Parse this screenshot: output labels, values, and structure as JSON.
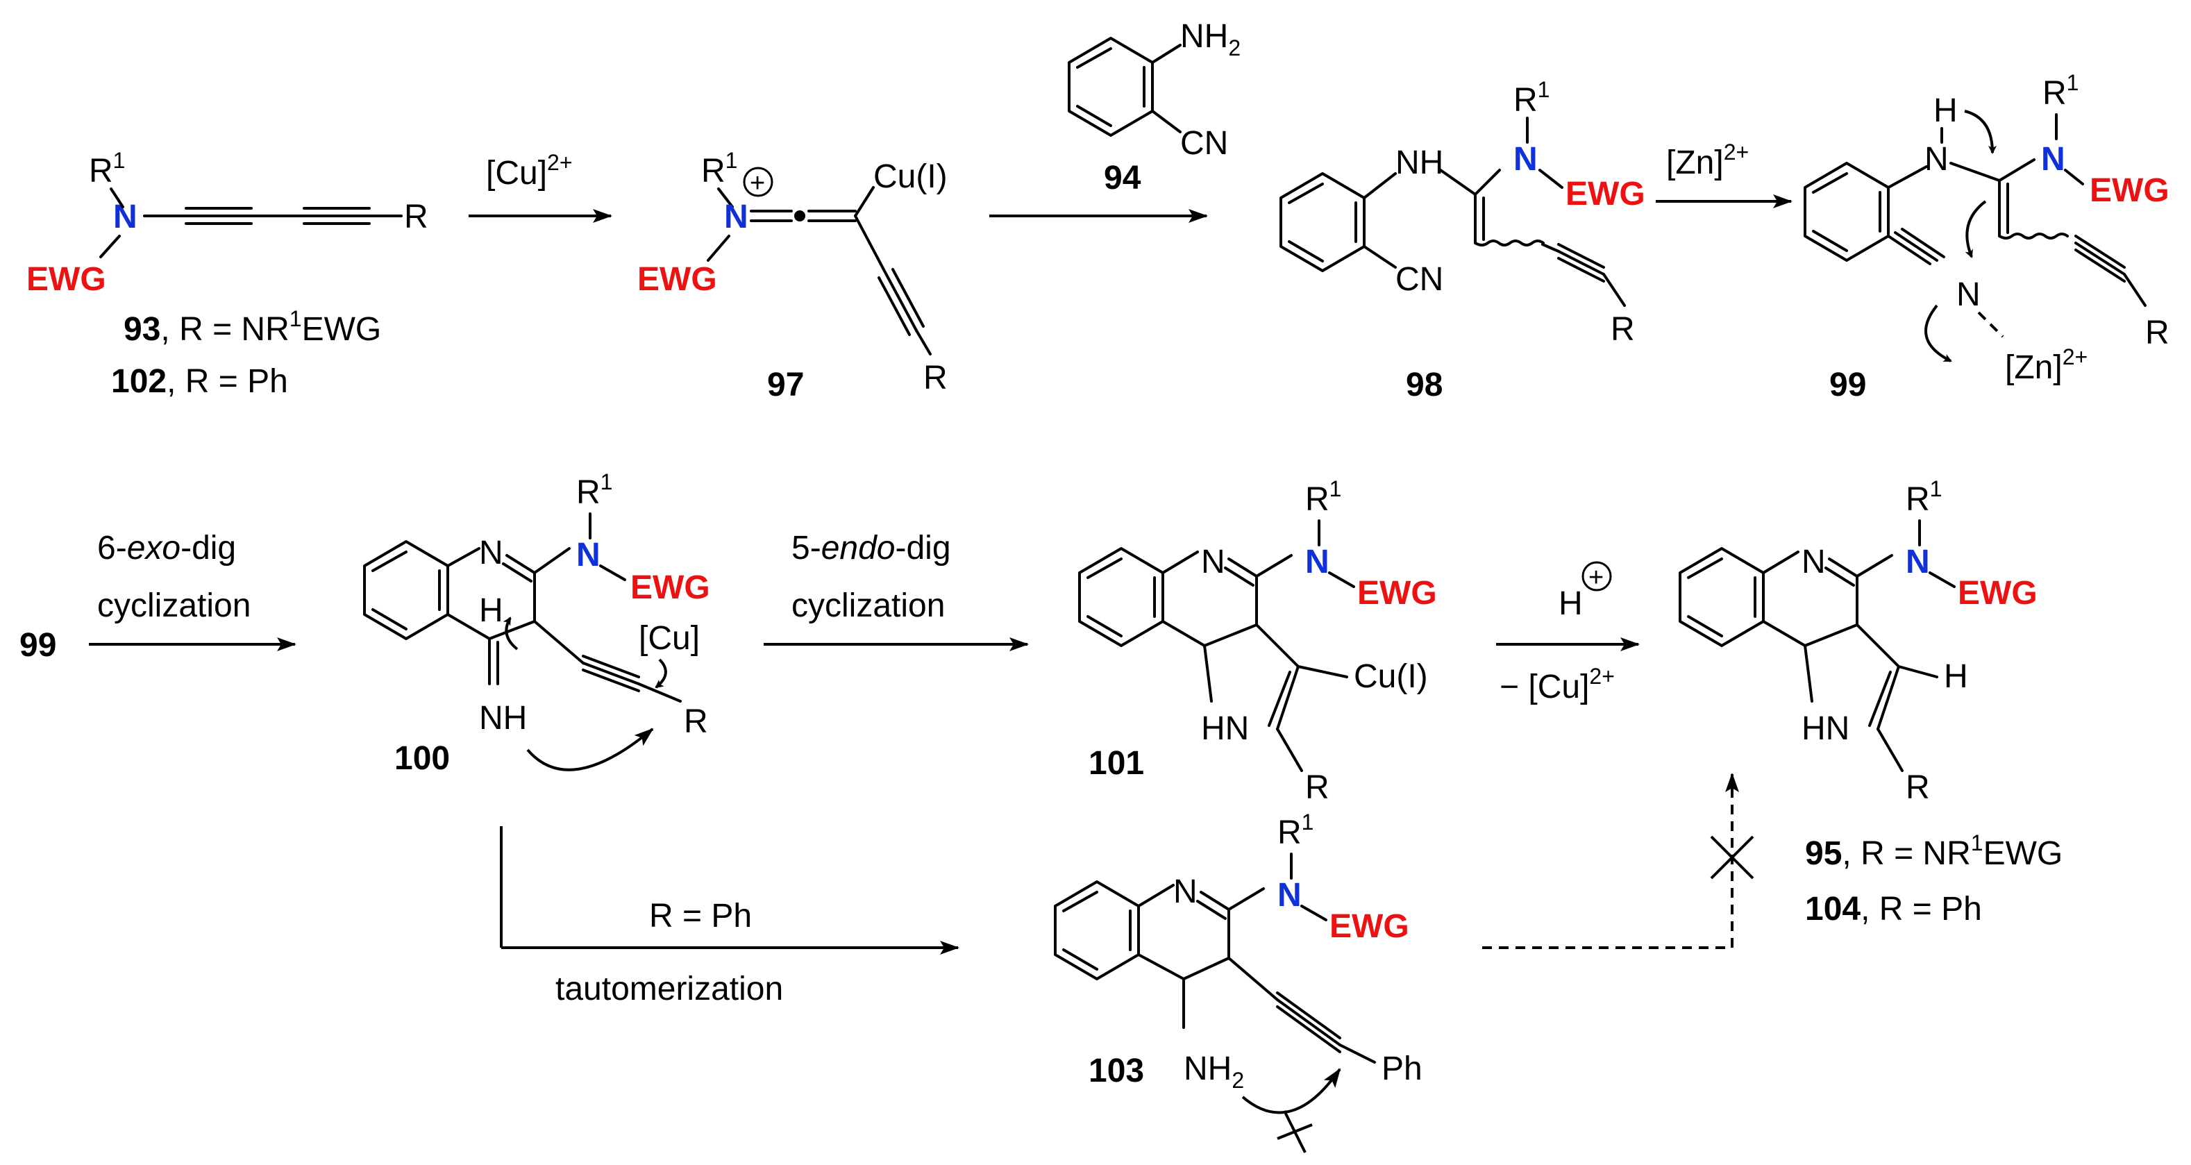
{
  "atoms": {
    "N": "N",
    "NH": "NH",
    "HN": "HN",
    "H": "H",
    "R": "R",
    "R1": "R",
    "sup1": "1",
    "EWG": "EWG",
    "CN": "CN",
    "NH2": "NH",
    "sub2": "2",
    "Ph": "Ph",
    "CuI": "Cu(I)",
    "Cu": "[Cu]",
    "Zn": "[Zn]",
    "charge2p": "2+",
    "plus": "+"
  },
  "compounds": {
    "c93": "93",
    "c93_desc": ", R = NR",
    "c93_desc2": "EWG",
    "c102": "102",
    "c102_desc": ", R = Ph",
    "c97": "97",
    "c94": "94",
    "c98": "98",
    "c99": "99",
    "c99b": "99",
    "c100": "100",
    "c101": "101",
    "c103": "103",
    "c95": "95",
    "c95_desc": ", R = NR",
    "c95_desc2": "EWG",
    "c104": "104",
    "c104_desc": ", R = Ph"
  },
  "conditions": {
    "cu_reagent": "[Cu]",
    "zn_reagent": "[Zn]",
    "exo_a": "6-",
    "exo_b": "exo",
    "exo_c": "-dig",
    "cyclization1": "cyclization",
    "endo_a": "5-",
    "endo_b": "endo",
    "endo_c": "-dig",
    "cyclization2": "cyclization",
    "proton": "H",
    "minus_cu": "− [Cu]",
    "r_ph": "R = Ph",
    "tautomerization": "tautomerization"
  },
  "colors": {
    "nitrogen_highlight": "#1030d8",
    "ewg": "#ee1111"
  }
}
